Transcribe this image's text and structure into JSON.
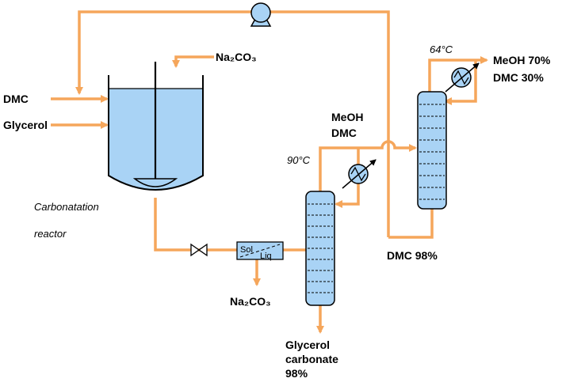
{
  "labels": {
    "na2co3_in": "Na₂CO₃",
    "dmc_feed": "DMC",
    "glycerol_feed": "Glycerol",
    "reactor_line1": "Carbonatation",
    "reactor_line2": "reactor",
    "meoh_mid": "MeOH",
    "dmc_mid": "DMC",
    "temp_col1": "90°C",
    "temp_col2": "64°C",
    "top_out_line1": "MeOH 70%",
    "top_out_line2": "DMC 30%",
    "dmc98": "DMC 98%",
    "na2co3_out": "Na₂CO₃",
    "product_line1": "Glycerol",
    "product_line2": "carbonate",
    "product_line3": "98%",
    "separator_sol": "Sol",
    "separator_liq": "Liq"
  },
  "colors": {
    "stream": "#F5A65B",
    "equipment_fill": "#A9D3F5",
    "liquid_fill": "#A9D3F5",
    "outline": "#000000"
  },
  "icons": {
    "pump": "pump-icon",
    "valve": "valve-icon",
    "exchanger": "heat-exchanger-icon"
  }
}
